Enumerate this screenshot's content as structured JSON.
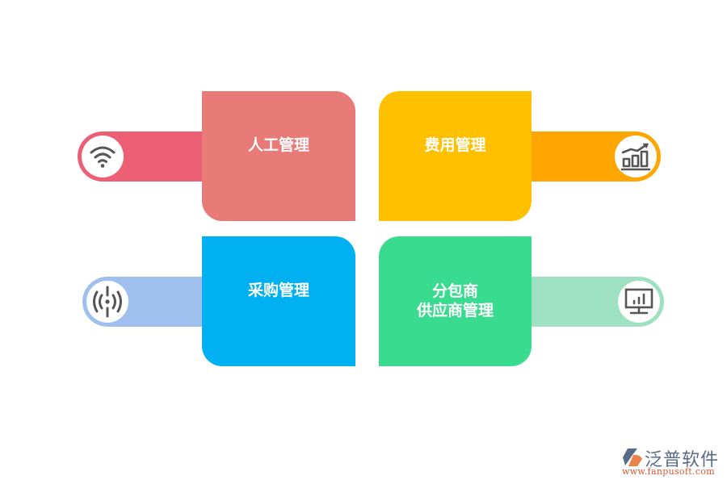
{
  "diagram": {
    "items": [
      {
        "label": "人工管理",
        "icon": "wifi-icon",
        "tile_color": "#e87a78",
        "bar_color": "#ec5f75",
        "position": "top-left"
      },
      {
        "label": "费用管理",
        "icon": "chart-growth-icon",
        "tile_color": "#ffc000",
        "bar_color": "#ffa500",
        "position": "top-right"
      },
      {
        "label": "采购管理",
        "icon": "broadcast-icon",
        "tile_color": "#00b0f0",
        "bar_color": "#9fc0ee",
        "position": "bottom-left"
      },
      {
        "label": "分包商\n供应商管理",
        "icon": "monitor-chart-icon",
        "tile_color": "#39db8f",
        "bar_color": "#9ee0c2",
        "position": "bottom-right"
      }
    ]
  },
  "logo": {
    "name": "泛普软件",
    "url": "www.fanpusoft.com"
  },
  "colors": {
    "icon_stroke": "#555555",
    "logo_blue": "#5b6a86",
    "logo_orange": "#d55a35"
  }
}
